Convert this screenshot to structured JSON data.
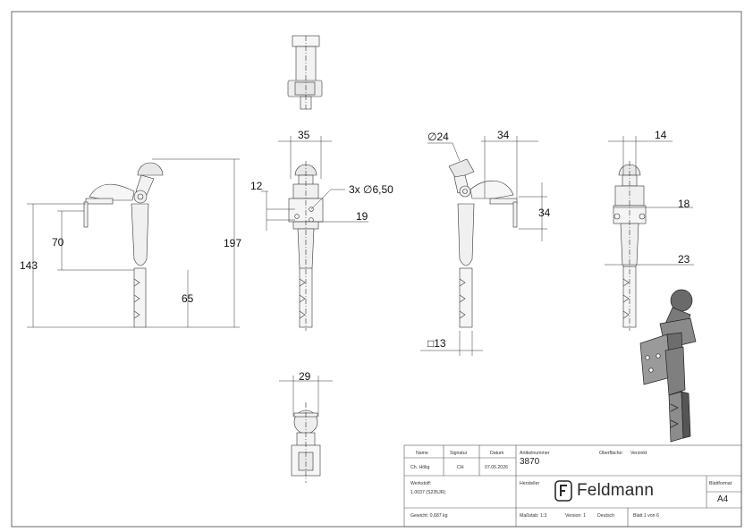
{
  "dimensions": {
    "left_view": {
      "width_total": "143",
      "height_full": "197",
      "height_mid": "70",
      "shaft": "65"
    },
    "front_view": {
      "width_top": "35",
      "offset_12": "12",
      "holes": "3x ∅6,50",
      "gap_19": "19"
    },
    "side_view": {
      "head_dia": "∅24",
      "reach": "34",
      "height": "34",
      "square": "□13"
    },
    "right_view": {
      "width_14": "14",
      "width_18": "18",
      "width_23": "23"
    },
    "bottom_view": {
      "width": "29"
    }
  },
  "title_block": {
    "name_label": "Name",
    "signature_label": "Signatur",
    "date_label": "Datum",
    "name_value": "Ch. Hölig",
    "signature_value": "CH",
    "date_value": "07.05.2026",
    "article_label": "Artikelnummer",
    "article_value": "3870",
    "surface_label": "Oberfläche:",
    "surface_value": "Verzinkt",
    "material_label": "Werkstoff:",
    "material_value": "1.0037 (S235JR)",
    "manufacturer_label": "Hersteller",
    "sheetformat_label": "Blattformat",
    "sheetformat_value": "A4",
    "weight_text": "Gewicht: 0,687 kg",
    "scale_text": "Maßstab: 1:3",
    "version_text": "Version: 1",
    "language_text": "Deutsch",
    "sheet_text": "Blatt 1 von 6"
  },
  "brand": {
    "name": "Feldmann",
    "icon": "feldmann-logo-icon"
  }
}
